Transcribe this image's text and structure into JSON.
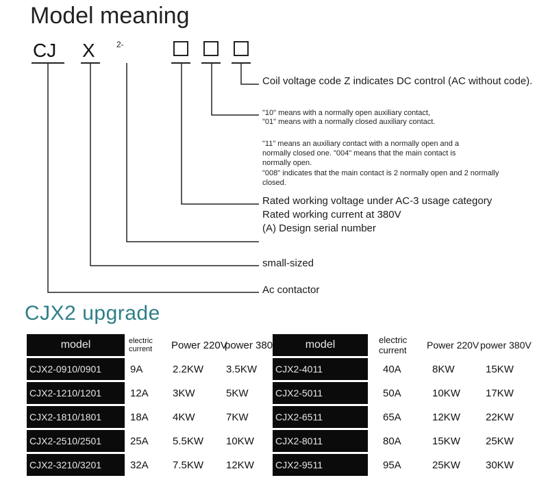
{
  "model_meaning": {
    "title": "Model meaning",
    "code_cj": "CJ",
    "code_x": "X",
    "code_sup": "2-",
    "descriptions": {
      "coil": "Coil voltage code Z indicates DC control (AC without code).",
      "contacts_a": "\"10\" means with a normally open auxiliary contact,",
      "contacts_b": "\"01\" means with a normally closed auxiliary contact.",
      "contacts_c": "\"11\" means an auxiliary contact with a normally open and a normally closed one. \"004\" means that the main contact is normally open.",
      "contacts_d": "\"008\" indicates that the main contact is 2 normally open and 2 normally closed.",
      "rated_voltage": "Rated working voltage under AC-3 usage category",
      "rated_current": "Rated working current at 380V",
      "design_serial": "(A) Design serial number",
      "small_sized": "small-sized",
      "ac_contactor": "Ac contactor"
    }
  },
  "upgrade": {
    "title": "CJX2 upgrade",
    "left_headers": {
      "model": "model",
      "current": "electric current",
      "p220": "Power 220V",
      "p380": "power 380"
    },
    "right_headers": {
      "model": "model",
      "current": "electric current",
      "p220": "Power 220V",
      "p380": "power 380V"
    },
    "left_rows": [
      {
        "model": "CJX2-0910/0901",
        "current": "9A",
        "p220": "2.2KW",
        "p380": "3.5KW"
      },
      {
        "model": "CJX2-1210/1201",
        "current": "12A",
        "p220": "3KW",
        "p380": "5KW"
      },
      {
        "model": "CJX2-1810/1801",
        "current": "18A",
        "p220": "4KW",
        "p380": "7KW"
      },
      {
        "model": "CJX2-2510/2501",
        "current": "25A",
        "p220": "5.5KW",
        "p380": "10KW"
      },
      {
        "model": "CJX2-3210/3201",
        "current": "32A",
        "p220": "7.5KW",
        "p380": "12KW"
      }
    ],
    "right_rows": [
      {
        "model": "CJX2-4011",
        "current": "40A",
        "p220": "8KW",
        "p380": "15KW"
      },
      {
        "model": "CJX2-5011",
        "current": "50A",
        "p220": "10KW",
        "p380": "17KW"
      },
      {
        "model": "CJX2-6511",
        "current": "65A",
        "p220": "12KW",
        "p380": "22KW"
      },
      {
        "model": "CJX2-8011",
        "current": "80A",
        "p220": "15KW",
        "p380": "25KW"
      },
      {
        "model": "CJX2-9511",
        "current": "95A",
        "p220": "25KW",
        "p380": "30KW"
      }
    ]
  }
}
